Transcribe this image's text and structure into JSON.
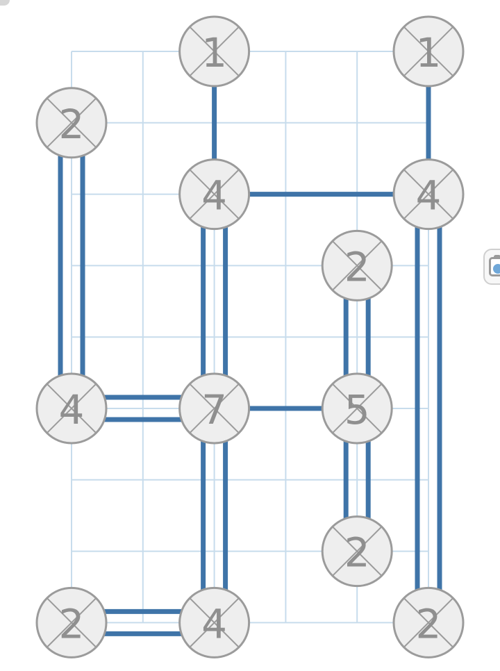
{
  "puzzle": {
    "title": "",
    "cols": 6,
    "rows": 9,
    "colors": {
      "grid": "#c7dcec",
      "bridge": "#3f74a8",
      "node_fill": "#eeeeee",
      "node_stroke": "#9b9b9b",
      "node_text": "#8f8f8f"
    },
    "islands": [
      {
        "id": "i1",
        "col": 2,
        "row": 0,
        "value": "1",
        "state": "complete"
      },
      {
        "id": "i2",
        "col": 5,
        "row": 0,
        "value": "1",
        "state": "complete"
      },
      {
        "id": "i3",
        "col": 0,
        "row": 1,
        "value": "2",
        "state": "complete"
      },
      {
        "id": "i4",
        "col": 2,
        "row": 2,
        "value": "4",
        "state": "complete"
      },
      {
        "id": "i5",
        "col": 5,
        "row": 2,
        "value": "4",
        "state": "complete"
      },
      {
        "id": "i6",
        "col": 4,
        "row": 3,
        "value": "2",
        "state": "complete"
      },
      {
        "id": "i7",
        "col": 0,
        "row": 5,
        "value": "4",
        "state": "complete"
      },
      {
        "id": "i8",
        "col": 2,
        "row": 5,
        "value": "7",
        "state": "complete"
      },
      {
        "id": "i9",
        "col": 4,
        "row": 5,
        "value": "5",
        "state": "complete"
      },
      {
        "id": "i10",
        "col": 4,
        "row": 7,
        "value": "2",
        "state": "complete"
      },
      {
        "id": "i11",
        "col": 0,
        "row": 8,
        "value": "2",
        "state": "complete"
      },
      {
        "id": "i12",
        "col": 2,
        "row": 8,
        "value": "4",
        "state": "complete"
      },
      {
        "id": "i13",
        "col": 5,
        "row": 8,
        "value": "2",
        "state": "complete"
      }
    ],
    "bridges": [
      {
        "from": "i1",
        "to": "i4",
        "count": 1
      },
      {
        "from": "i2",
        "to": "i5",
        "count": 1
      },
      {
        "from": "i4",
        "to": "i5",
        "count": 1
      },
      {
        "from": "i3",
        "to": "i7",
        "count": 2
      },
      {
        "from": "i4",
        "to": "i8",
        "count": 2
      },
      {
        "from": "i5",
        "to": "i13",
        "count": 2
      },
      {
        "from": "i6",
        "to": "i9",
        "count": 2
      },
      {
        "from": "i7",
        "to": "i8",
        "count": 2
      },
      {
        "from": "i8",
        "to": "i9",
        "count": 1
      },
      {
        "from": "i9",
        "to": "i10",
        "count": 2
      },
      {
        "from": "i8",
        "to": "i12",
        "count": 2
      },
      {
        "from": "i11",
        "to": "i12",
        "count": 2
      }
    ]
  },
  "side_button": {
    "icon": "clipboard-check-icon"
  }
}
